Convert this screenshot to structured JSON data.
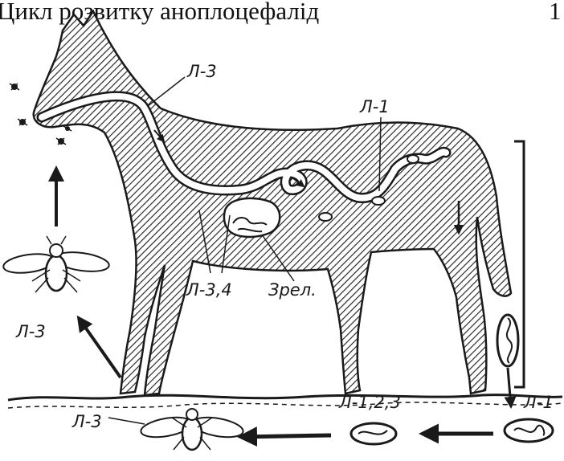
{
  "title": "Цикл розвитку аноплоцефалід",
  "page_number": "1",
  "labels": {
    "l3_mouth": "Л-3",
    "l1_intestine": "Л-1",
    "l3_4_stomach": "Л-3,4",
    "mature": "Зрел.",
    "l3_fly": "Л-3",
    "l1_egg": "Л-1",
    "l123_egg": "Л-1,2,3",
    "l3_fly_ground": "Л-3"
  },
  "colors": {
    "ink": "#1a1a1a",
    "background": "#ffffff",
    "hatch": "#2a2a2a"
  }
}
